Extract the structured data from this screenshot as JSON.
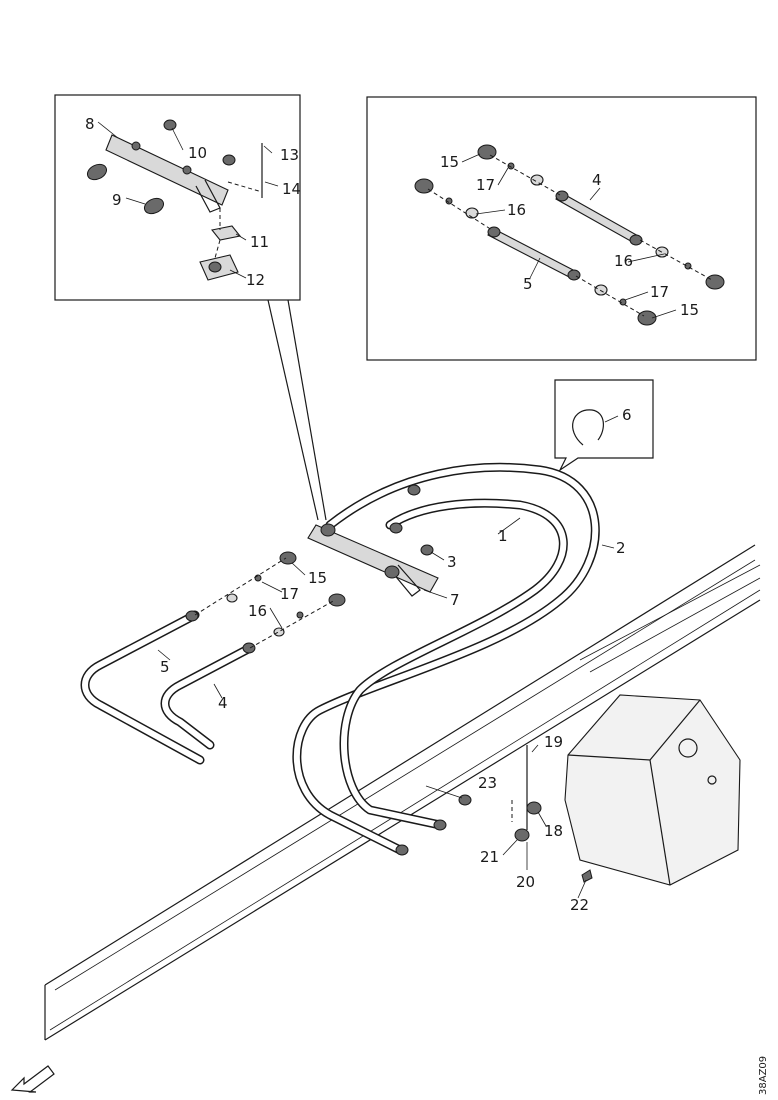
{
  "diagram": {
    "drawing_id": "38AZ09",
    "callouts": {
      "inset_left": {
        "c8": "8",
        "c10": "10",
        "c13": "13",
        "c14": "14",
        "c9": "9",
        "c11": "11",
        "c12": "12"
      },
      "inset_right": {
        "c15a": "15",
        "c17a": "17",
        "c4": "4",
        "c16a": "16",
        "c5": "5",
        "c16b": "16",
        "c17b": "17",
        "c15b": "15"
      },
      "bubble": {
        "c6": "6"
      },
      "main": {
        "c1": "1",
        "c2": "2",
        "c3": "3",
        "c7": "7",
        "c15": "15",
        "c17": "17",
        "c16": "16",
        "c5": "5",
        "c4": "4",
        "c19": "19",
        "c23": "23",
        "c18": "18",
        "c21": "21",
        "c20": "20",
        "c22": "22"
      }
    }
  }
}
